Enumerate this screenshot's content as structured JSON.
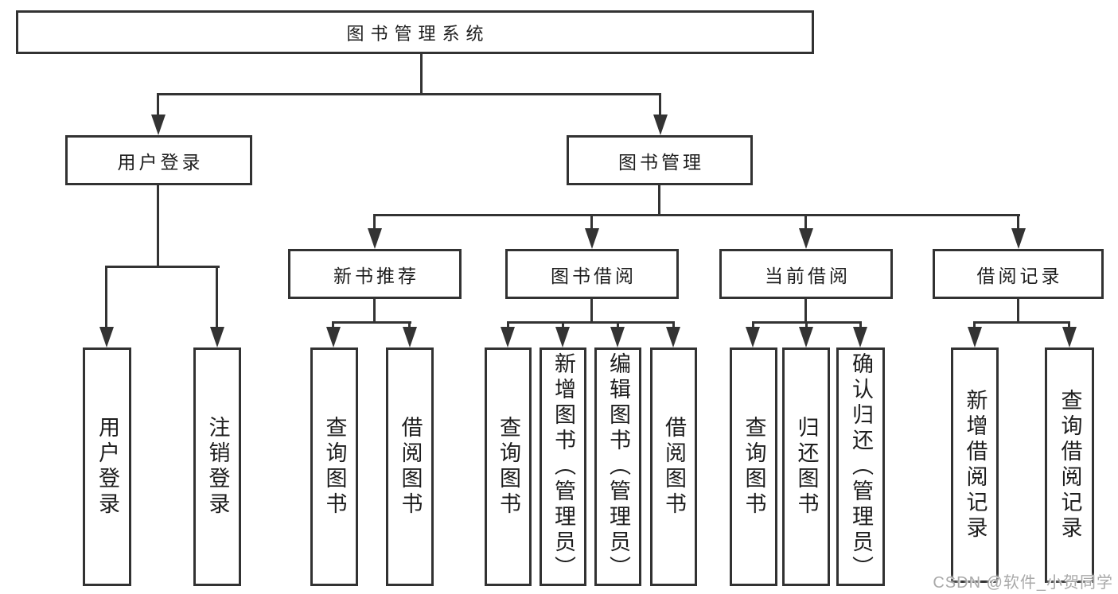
{
  "diagram": {
    "tree": {
      "root": {
        "label": "图书管理系统",
        "children": [
          {
            "label": "用户登录",
            "children": [
              {
                "label": "用户登录"
              },
              {
                "label": "注销登录"
              }
            ]
          },
          {
            "label": "图书管理",
            "children": [
              {
                "label": "新书推荐",
                "children": [
                  {
                    "label": "查询图书"
                  },
                  {
                    "label": "借阅图书"
                  }
                ]
              },
              {
                "label": "图书借阅",
                "children": [
                  {
                    "label": "查询图书"
                  },
                  {
                    "label": "新增图书（管理员）"
                  },
                  {
                    "label": "编辑图书（管理员）"
                  },
                  {
                    "label": "借阅图书"
                  }
                ]
              },
              {
                "label": "当前借阅",
                "children": [
                  {
                    "label": "查询图书"
                  },
                  {
                    "label": "归还图书"
                  },
                  {
                    "label": "确认归还（管理员）"
                  }
                ]
              },
              {
                "label": "借阅记录",
                "children": [
                  {
                    "label": "新增借阅记录"
                  },
                  {
                    "label": "查询借阅记录"
                  }
                ]
              }
            ]
          }
        ]
      }
    },
    "watermark": {
      "text": "CSDN @软件_小贺同学"
    },
    "colors": {
      "line": "#333333",
      "box_border": "#323232",
      "text": "#1d1d1d",
      "watermark": "#a9a9a9",
      "background": "#ffffff"
    }
  }
}
